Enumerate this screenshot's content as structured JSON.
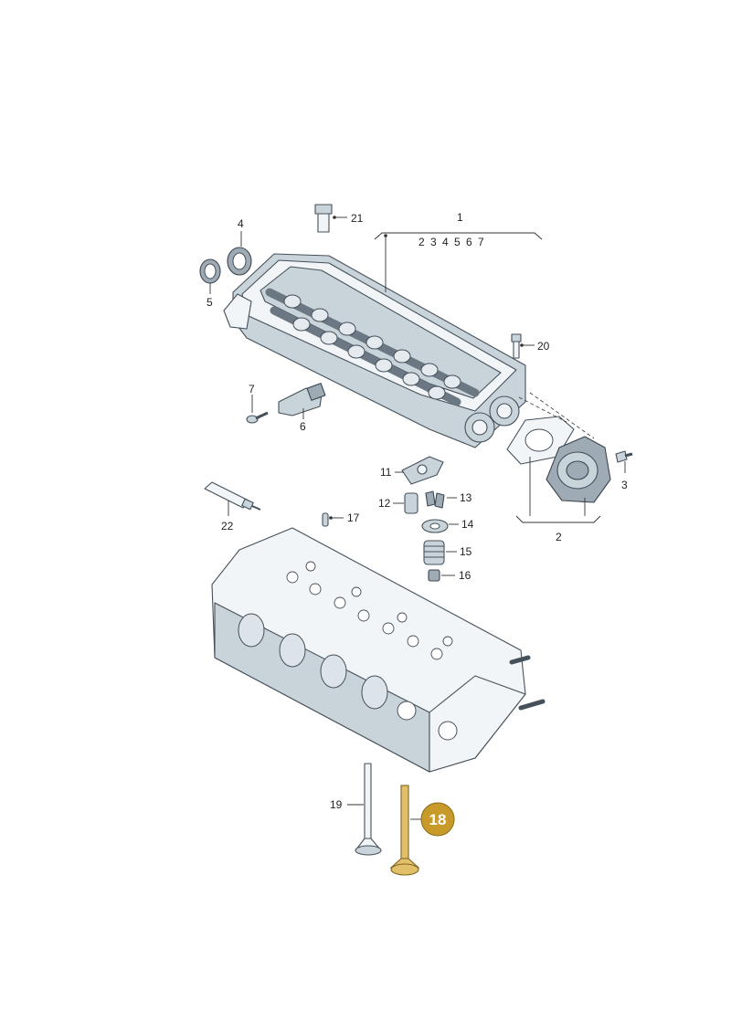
{
  "callouts": {
    "c1": "1",
    "c1_group": "2 3 4 5 6 7",
    "c2": "2",
    "c3": "3",
    "c4": "4",
    "c5": "5",
    "c6": "6",
    "c7": "7",
    "c11": "11",
    "c12": "12",
    "c13": "13",
    "c14": "14",
    "c15": "15",
    "c16": "16",
    "c17": "17",
    "c19": "19",
    "c20": "20",
    "c21": "21",
    "c22": "22",
    "c18": "18"
  },
  "colors": {
    "highlight": "#c89a2a",
    "part_fill": "#f1f5f7",
    "outline": "#45505a"
  }
}
